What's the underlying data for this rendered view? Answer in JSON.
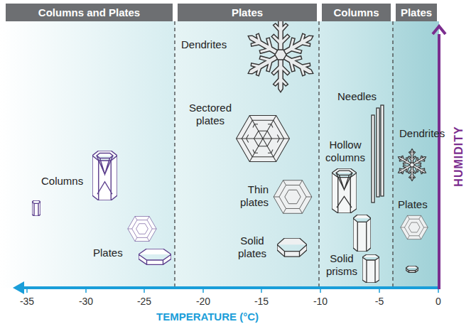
{
  "diagram": {
    "nodes": [
      {
        "text": [
          "Columns and Plates"
        ]
      },
      {
        "text": [
          "Plates"
        ]
      },
      {
        "text": [
          "Columns"
        ]
      },
      {
        "text": [
          "Plates"
        ]
      }
    ],
    "labels": [
      "Dendrites",
      "Sectored plates",
      "Needles",
      "Hollow columns",
      "Dendrites",
      "Columns",
      "Thin plates",
      "Plates",
      "Solid plates",
      "Plates",
      "Solid prisms",
      "-35",
      "-30",
      "-25",
      "-20",
      "-15",
      "-10",
      "-5",
      "0",
      "TEMPERATURE (°C)",
      "HUMIDITY"
    ]
  }
}
